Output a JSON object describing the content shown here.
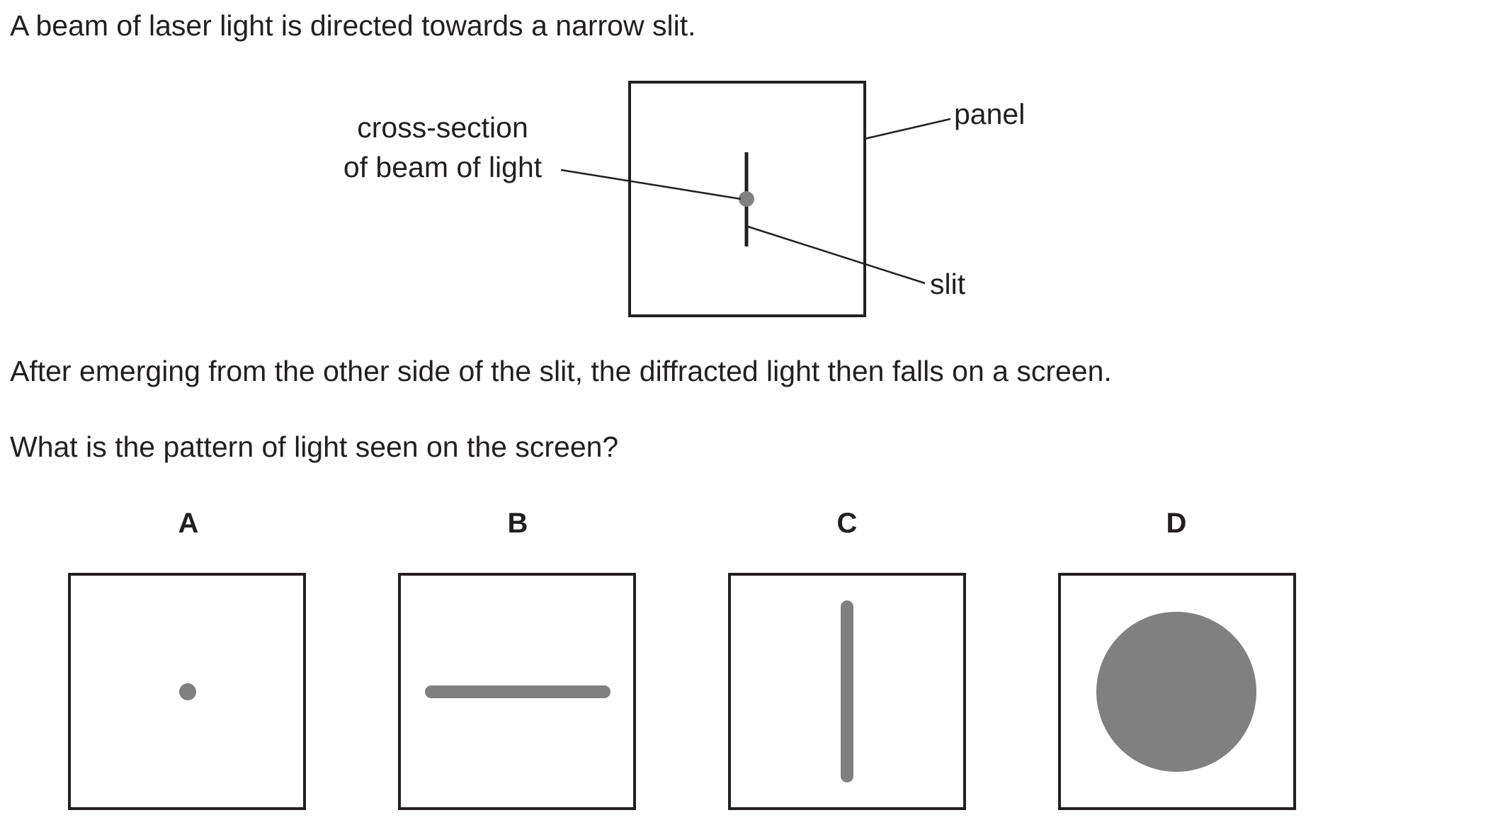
{
  "intro_text": "A beam of laser light is directed towards a narrow slit.",
  "diagram": {
    "labels": {
      "beam_line1": "cross-section",
      "beam_line2": "of beam of light",
      "panel": "panel",
      "slit": "slit"
    }
  },
  "after_text": "After emerging from the other side of the slit, the diffracted light then falls on a screen.",
  "question_text": "What is the pattern of light seen on the screen?",
  "options": [
    {
      "letter": "A",
      "pattern": "small-dot"
    },
    {
      "letter": "B",
      "pattern": "horizontal-line"
    },
    {
      "letter": "C",
      "pattern": "vertical-line"
    },
    {
      "letter": "D",
      "pattern": "large-disc"
    }
  ],
  "colors": {
    "ink": "#231f20",
    "light": "#808080"
  }
}
